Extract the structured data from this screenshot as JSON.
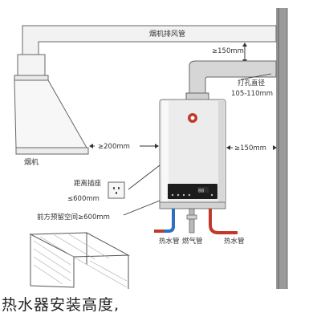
{
  "labels": {
    "flue_pipe": "烟机排风管",
    "gap_top": "≥150mm",
    "hole_diameter_title": "打孔直径",
    "hole_diameter_value": "105-110mm",
    "gap_side_left": "≥200mm",
    "gap_side_right": "≥150mm",
    "range_hood": "烟机",
    "socket_distance_title": "距离插座",
    "socket_distance_value": "≤600mm",
    "front_space": "前方预留空间≥600mm",
    "hot_water_pipe": "热水管",
    "gas_pipe": "燃气管",
    "cold_water_pipe": "热水管"
  },
  "caption": "热水器安装高度,",
  "colors": {
    "hot_pipe": "#c0392b",
    "cold_pipe": "#2e6fc0",
    "wall": "#8a8a8a",
    "heater_body": "#e9e9e9",
    "panel": "#1c1c1c"
  },
  "icons": {
    "brand_logo": "brand-logo-icon",
    "socket": "socket-icon"
  }
}
